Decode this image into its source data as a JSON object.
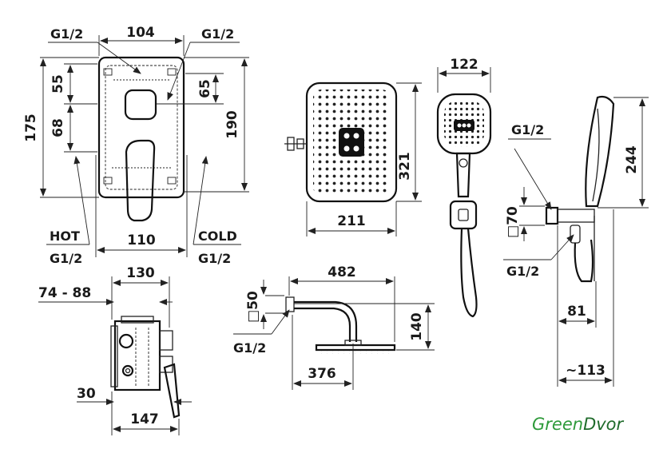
{
  "valve_front": {
    "top_width": "104",
    "top_left_thread": "G1/2",
    "top_right_thread": "G1/2",
    "left_inner": "55",
    "left_lower": "68",
    "left_total": "175",
    "right_inner": "65",
    "right_total": "190",
    "bottom_width": "110",
    "hot_label": "HOT",
    "hot_thread": "G1/2",
    "cold_label": "COLD",
    "cold_thread": "G1/2"
  },
  "valve_side": {
    "top_width": "130",
    "depth_range": "74 - 88",
    "offset": "30",
    "bottom_width": "147"
  },
  "overhead_shower": {
    "height": "321",
    "width": "211"
  },
  "shower_arm": {
    "length": "482",
    "wall_square": "□50",
    "thread": "G1/2",
    "drop": "140",
    "projection": "376"
  },
  "hand_shower": {
    "head_width": "122"
  },
  "holder": {
    "thread_top": "G1/2",
    "height": "244",
    "square": "□70",
    "thread_bottom": "G1/2",
    "width": "81",
    "projection": "~113"
  },
  "brand": {
    "name_part1": "Green",
    "name_part2": "Dvor",
    "color_part1": "#2e9a3a",
    "color_part2": "#1f6b2b"
  }
}
